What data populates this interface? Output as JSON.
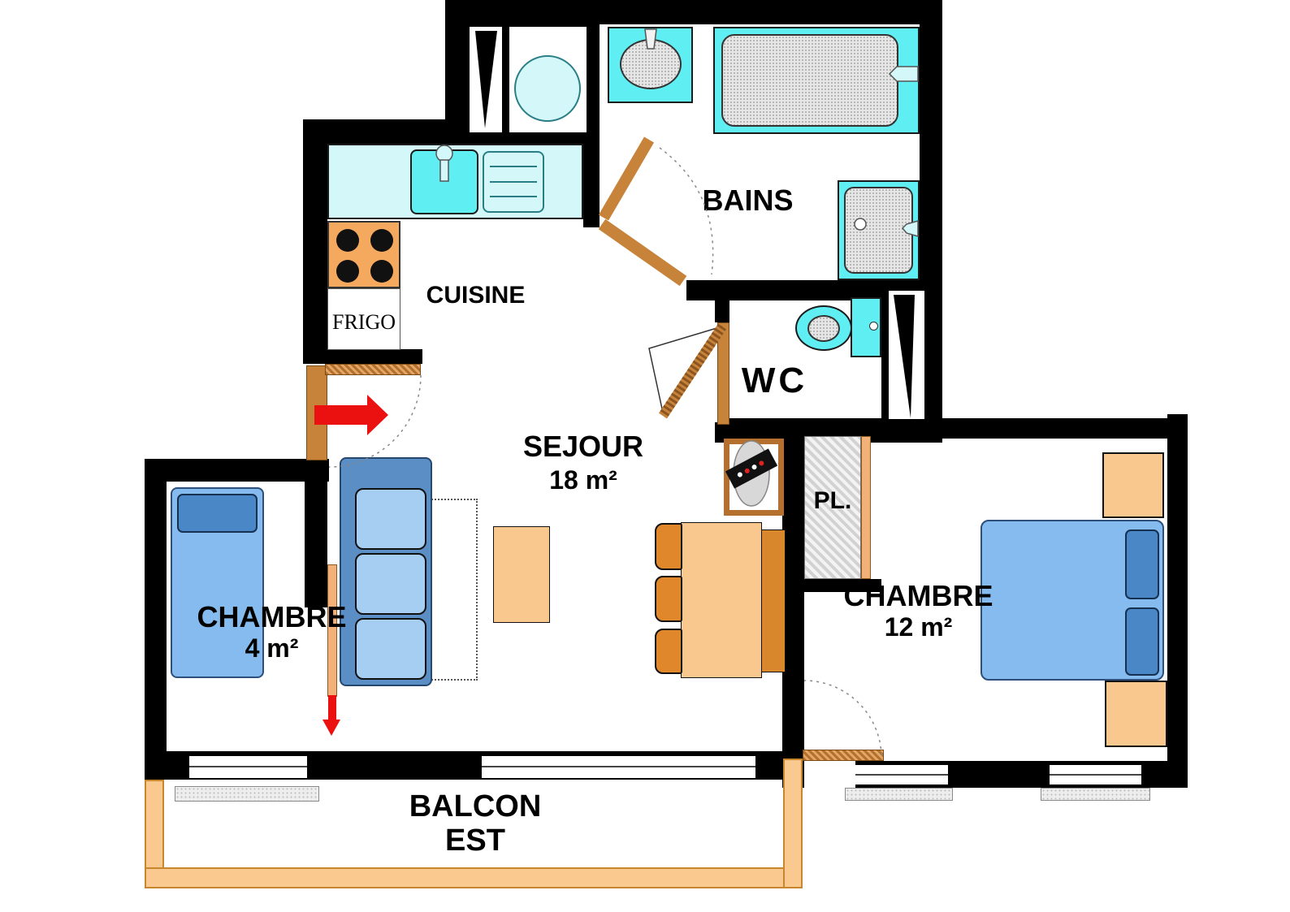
{
  "rooms": [
    {
      "id": "cuisine",
      "label": "CUISINE"
    },
    {
      "id": "bains",
      "label": "BAINS"
    },
    {
      "id": "wc",
      "label": "WC"
    },
    {
      "id": "sejour",
      "label": "SEJOUR",
      "area": "18 m²"
    },
    {
      "id": "chambre-4",
      "label": "CHAMBRE",
      "area": "4 m²"
    },
    {
      "id": "chambre-12",
      "label": "CHAMBRE",
      "area": "12 m²"
    },
    {
      "id": "placard",
      "label": "PL."
    },
    {
      "id": "balcon",
      "label": "BALCON",
      "sub": "EST"
    }
  ],
  "appliances": {
    "fridge": "FRIGO"
  },
  "colors": {
    "wall": "#000000",
    "fixture_cyan": "#5feef2",
    "counter_cyan": "#d4f8f9",
    "fixture_grey": "#e6e6e6",
    "furniture_orange": "#f8c88e",
    "chair_orange": "#e0872c",
    "door_brown": "#c8833a",
    "bed_blue": "#85bbee",
    "pillow_blue": "#4a87c6",
    "sofa_blue": "#5b8ec4",
    "cushion_blue": "#a6cdf2",
    "arrow_red": "#ec1111",
    "balcony_tan": "#f9c98f"
  }
}
